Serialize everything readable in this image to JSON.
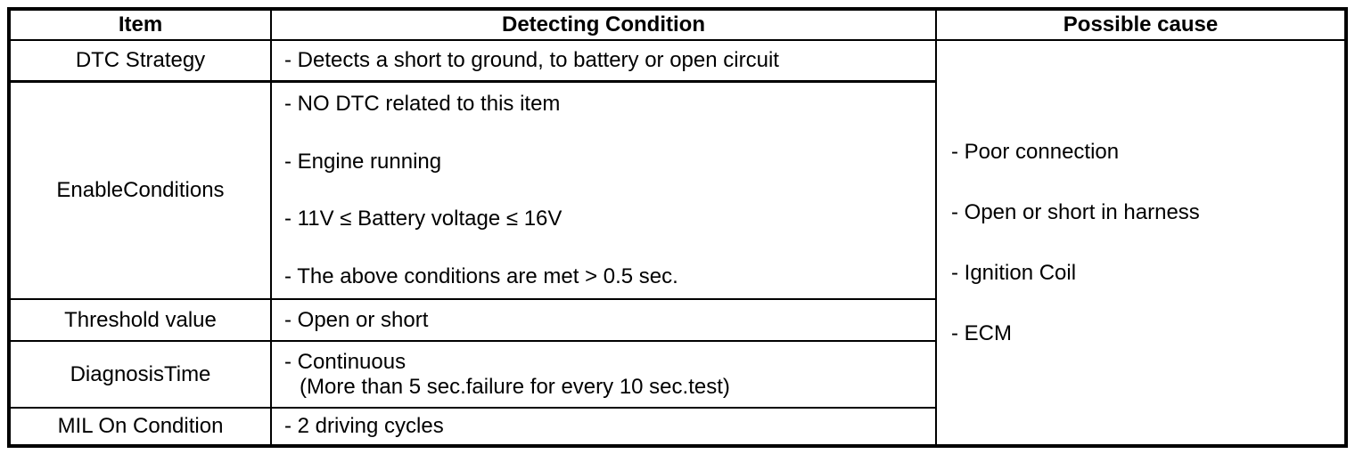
{
  "table": {
    "headers": {
      "item": "Item",
      "detecting_condition": "Detecting Condition",
      "possible_cause": "Possible cause"
    },
    "rows": [
      {
        "item": "DTC Strategy",
        "lines": [
          "- Detects a short to ground, to battery or open circuit"
        ]
      },
      {
        "item": "EnableConditions",
        "lines": [
          "- NO DTC related to this item",
          "- Engine running",
          "- 11V ≤ Battery voltage ≤ 16V",
          "- The above conditions are met > 0.5 sec."
        ]
      },
      {
        "item": "Threshold value",
        "lines": [
          "- Open or short"
        ]
      },
      {
        "item": "DiagnosisTime",
        "lines": [
          "- Continuous",
          "(More than 5 sec.failure for every 10 sec.test)"
        ]
      },
      {
        "item": "MIL On Condition",
        "lines": [
          "- 2 driving cycles"
        ]
      }
    ],
    "possible_causes": [
      "- Poor connection",
      "- Open or short in harness",
      "- Ignition Coil",
      "- ECM"
    ]
  },
  "colors": {
    "border": "#000000",
    "text": "#000000",
    "background": "#ffffff"
  }
}
